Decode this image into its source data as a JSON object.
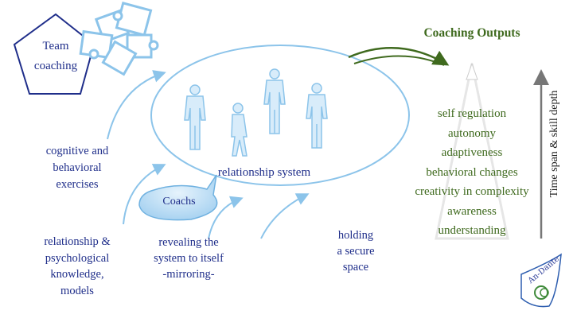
{
  "team_coaching": [
    "Team",
    "coaching"
  ],
  "center_label": "relationship system",
  "coach_bubble": "Coachs",
  "inputs": [
    {
      "lines": [
        "cognitive and",
        "behavioral",
        "exercises"
      ]
    },
    {
      "lines": [
        "relationship &",
        "psychological",
        "knowledge,",
        "models"
      ]
    },
    {
      "lines": [
        "revealing the",
        "system to itself",
        "-mirroring-"
      ]
    },
    {
      "lines": [
        "holding",
        "a secure",
        "space"
      ]
    }
  ],
  "outputs": {
    "title": "Coaching Outputs",
    "items": [
      "self regulation",
      "autonomy",
      "adaptiveness",
      "behavioral changes",
      "creativity in complexity",
      "awareness",
      "understanding"
    ]
  },
  "axis_label": "Time span & skill depth",
  "logo_text": "An-Dante",
  "colors": {
    "navy": "#1f2e8a",
    "green": "#3f6a1e",
    "light_blue": "#8cc4ea"
  }
}
